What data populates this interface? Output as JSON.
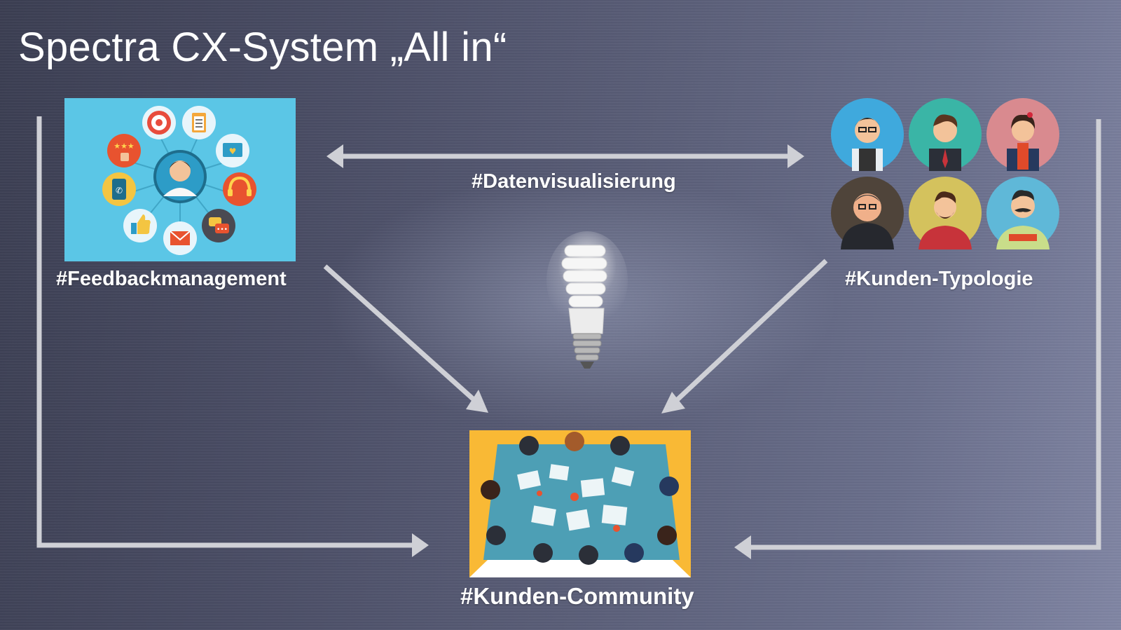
{
  "slide": {
    "title": "Spectra CX-System „All in“"
  },
  "labels": {
    "feedback": "#Feedbackmanagement",
    "datavis": "#Datenvisualisierung",
    "typology": "#Kunden-Typologie",
    "community": "#Kunden-Community"
  },
  "colors": {
    "arrow": "#cfd0d6",
    "feedback_bg": "#5bc6e6",
    "community_bg": "#f9b935"
  },
  "icons": {
    "feedback": [
      "target-icon",
      "checklist-icon",
      "rating-stars-icon",
      "heart-message-icon",
      "phone-icon",
      "headset-icon",
      "thumbs-up-icon",
      "mail-icon",
      "chat-bubbles-icon",
      "customer-avatar-icon"
    ],
    "personas": [
      "persona-glasses-man",
      "persona-businessman-red-tie",
      "persona-woman-red-scarf",
      "persona-stout-man",
      "persona-bearded-smoker",
      "persona-mustache-reader"
    ]
  }
}
